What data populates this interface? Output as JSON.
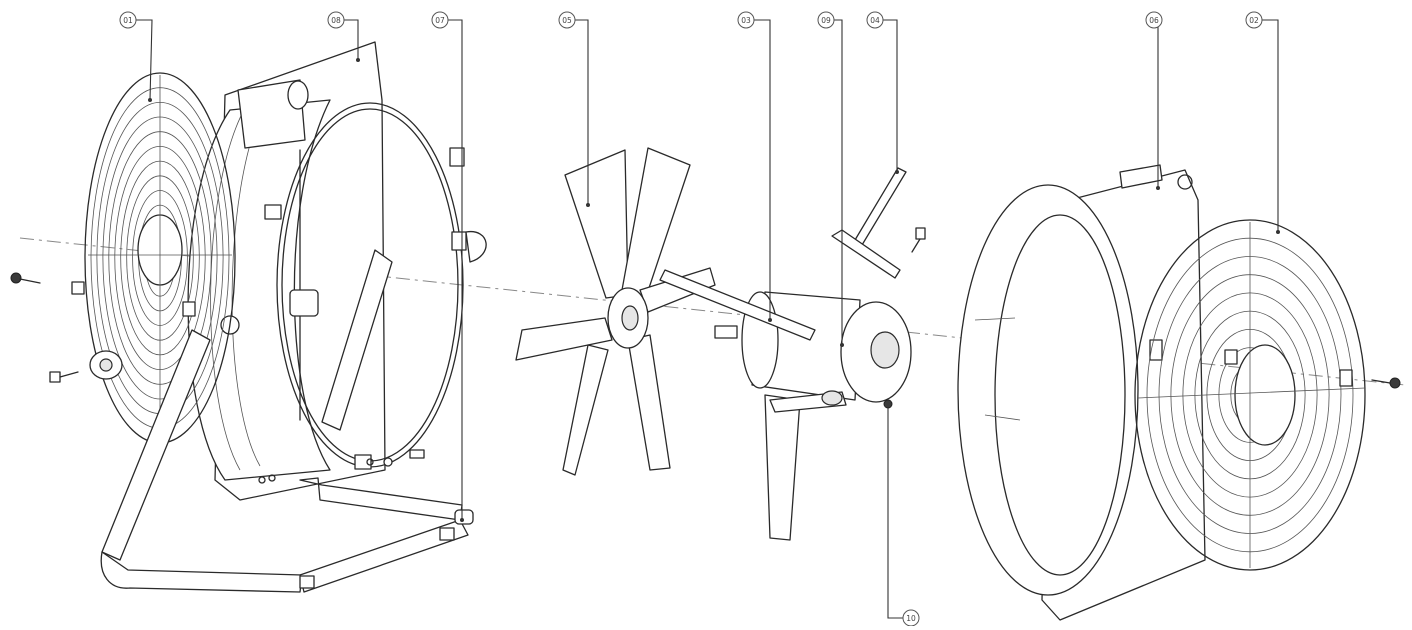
{
  "diagram": {
    "callouts": [
      {
        "id": "c01",
        "label": "01"
      },
      {
        "id": "c08",
        "label": "08"
      },
      {
        "id": "c07",
        "label": "07"
      },
      {
        "id": "c05",
        "label": "05"
      },
      {
        "id": "c03",
        "label": "03"
      },
      {
        "id": "c06",
        "label": "06"
      },
      {
        "id": "c04",
        "label": "04"
      },
      {
        "id": "c09",
        "label": "09"
      },
      {
        "id": "c02",
        "label": "02"
      },
      {
        "id": "c10",
        "label": "10"
      }
    ]
  }
}
